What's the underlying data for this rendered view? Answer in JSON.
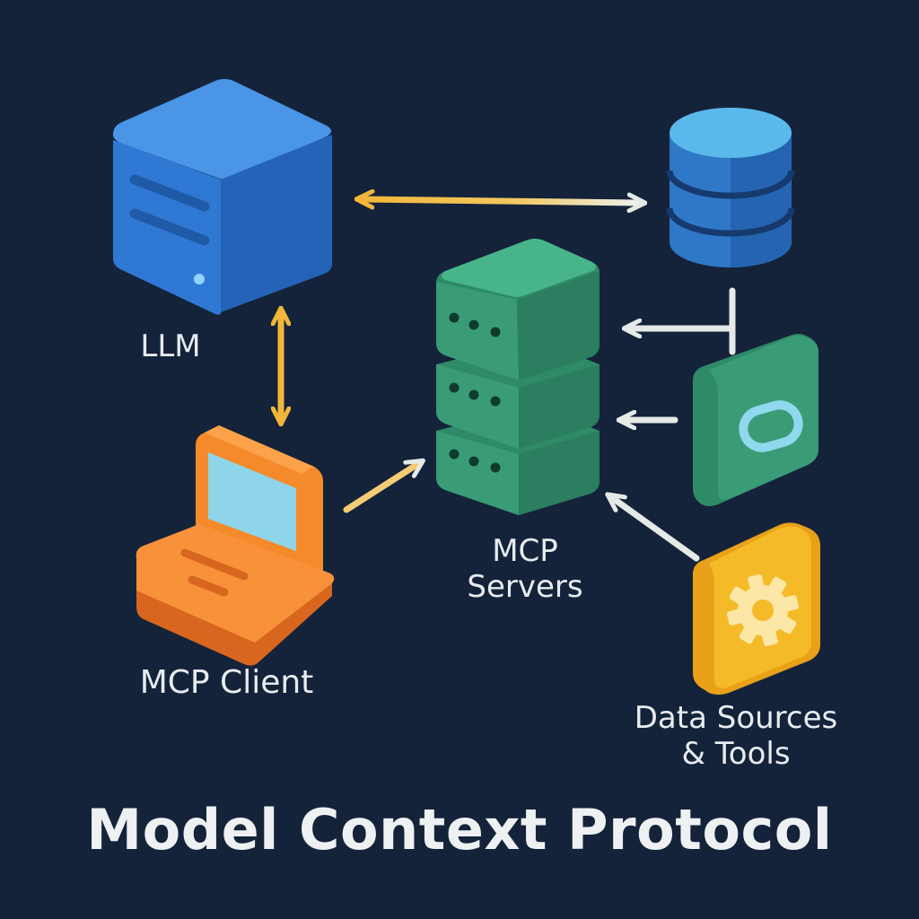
{
  "title": "Model Context Protocol",
  "nodes": {
    "llm": {
      "label": "LLM",
      "icon": "server-cube-icon"
    },
    "mcp_client": {
      "label": "MCP Client",
      "icon": "laptop-icon"
    },
    "mcp_servers": {
      "label_line1": "MCP",
      "label_line2": "Servers",
      "icon": "server-stack-icon"
    },
    "data_sources": {
      "label_line1": "Data Sources",
      "label_line2": "& Tools",
      "icons": [
        "database-icon",
        "toggle-tile-icon",
        "gear-icon"
      ]
    }
  },
  "edges": [
    {
      "from": "llm",
      "to": "data_sources",
      "type": "bidirectional"
    },
    {
      "from": "llm",
      "to": "mcp_client",
      "type": "bidirectional"
    },
    {
      "from": "mcp_client",
      "to": "mcp_servers",
      "type": "directed"
    },
    {
      "from": "data_sources",
      "to": "mcp_servers",
      "type": "directed"
    }
  ],
  "colors": {
    "background": "#14233a",
    "llm_blue": "#2f78d4",
    "server_green": "#3f9e7b",
    "client_orange": "#f78a2e",
    "tool_yellow": "#f3b422",
    "arrow_yellow": "#f2b73a",
    "arrow_white": "#e6eae6",
    "text": "#e8ebef"
  }
}
